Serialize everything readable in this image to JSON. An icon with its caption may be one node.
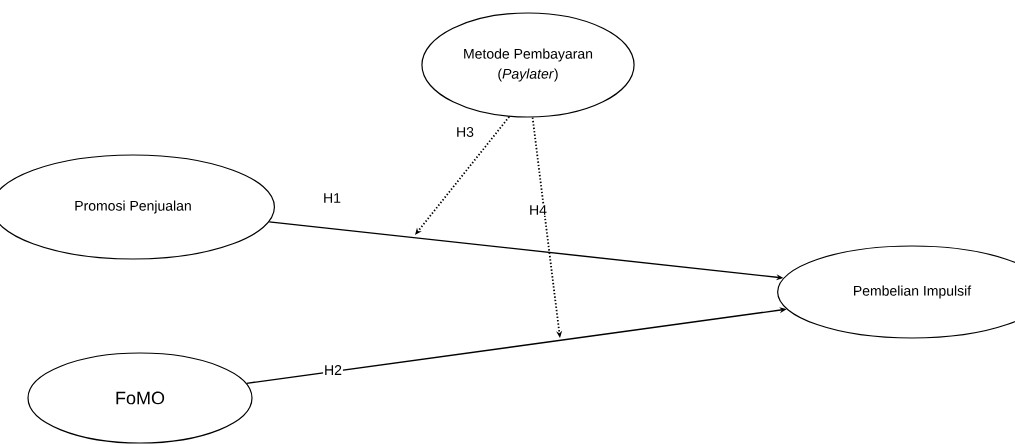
{
  "diagram": {
    "nodes": [
      {
        "text": [
          "Metode Pembayaran (*Paylater*)"
        ]
      },
      {
        "text": [
          "Promosi Penjualan"
        ]
      },
      {
        "text": [
          "Pembelian Impulsif"
        ]
      },
      {
        "text": [
          "FoMO"
        ]
      }
    ],
    "edges": [
      {
        "from": 1,
        "to": 2,
        "arrow": "to",
        "label": "H1"
      },
      {
        "from": 3,
        "to": 2,
        "arrow": "to",
        "label": "H2"
      },
      {
        "from": 0,
        "to": null,
        "arrow": "to",
        "label": "H3",
        "style": "dashed"
      },
      {
        "from": 0,
        "to": null,
        "arrow": "to",
        "label": "H4",
        "style": "dashed"
      }
    ]
  }
}
